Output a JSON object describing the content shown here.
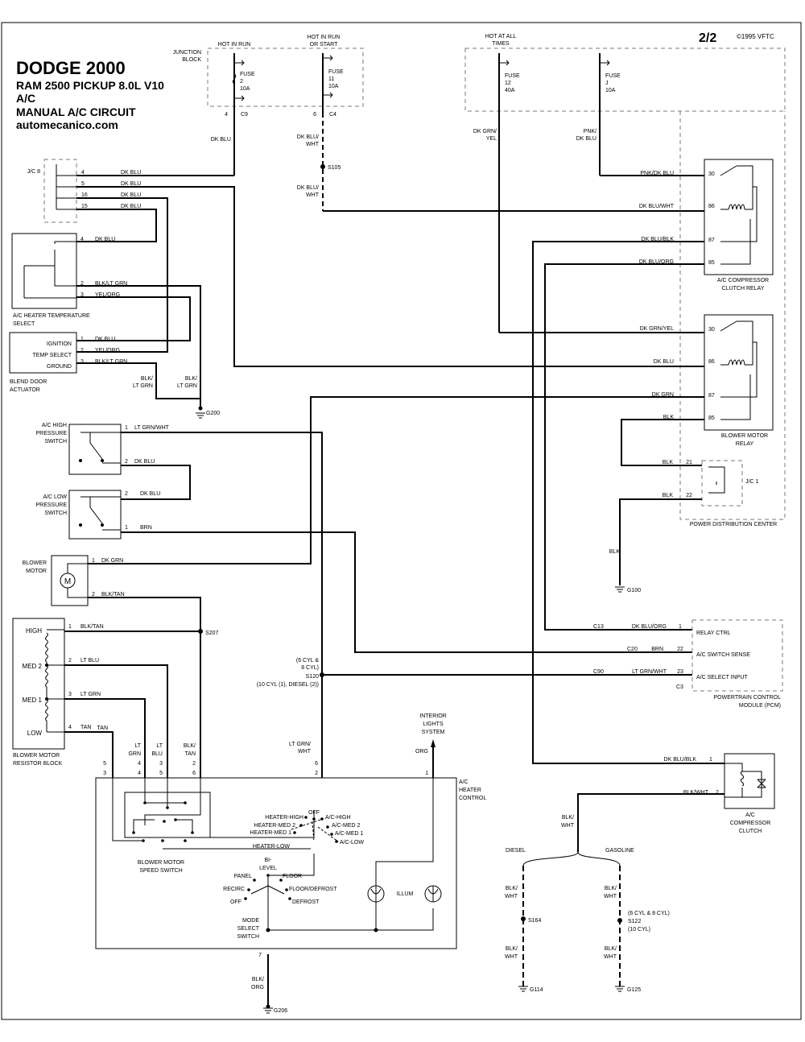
{
  "title": {
    "make_year": "DODGE 2000",
    "model": "RAM 2500 PICKUP  8.0L  V10",
    "system": "A/C",
    "circuit": "MANUAL A/C CIRCUIT",
    "site": "automecanico.com"
  },
  "page": "2/2",
  "copyright": "©1995 VFTC",
  "power": {
    "hot_in_run": "HOT IN RUN",
    "hot_run_start": [
      "HOT IN RUN",
      "OR START"
    ],
    "hot_all_times": [
      "HOT AT ALL",
      "TIMES"
    ],
    "junction_block": [
      "JUNCTION",
      "BLOCK"
    ],
    "fuse2": [
      "FUSE",
      "2",
      "10A"
    ],
    "fuse11": [
      "FUSE",
      "11",
      "10A"
    ],
    "fuse12": [
      "FUSE",
      "12",
      "40A"
    ],
    "fuseJ": [
      "FUSE",
      "J",
      "10A"
    ],
    "c9_pin": "4",
    "c9": "C9",
    "c4_pin": "6",
    "c4": "C4"
  },
  "splices": {
    "s105": "S105",
    "s207": "S207",
    "s120": [
      "(6 CYL &",
      "8 CYL)",
      "S120",
      "(10 CYL (1), DIESEL (2))"
    ],
    "s164": "S164",
    "s122": [
      "(6 CYL & 8 CYL)",
      "S122",
      "(10 CYL)"
    ]
  },
  "grounds": {
    "g200": "G200",
    "g100": "G100",
    "g206": "G206",
    "g114": "G114",
    "g125": "G125"
  },
  "jc8": {
    "label": "J/C 8",
    "pins": [
      {
        "pin": "4",
        "wire": "DK BLU"
      },
      {
        "pin": "5",
        "wire": "DK BLU"
      },
      {
        "pin": "16",
        "wire": "DK BLU"
      },
      {
        "pin": "15",
        "wire": "DK BLU"
      }
    ]
  },
  "temp_select": {
    "label": [
      "A/C HEATER TEMPERATURE",
      "SELECT"
    ],
    "pins": [
      {
        "pin": "4",
        "wire": "DK BLU"
      },
      {
        "pin": "2",
        "wire": "BLK/LT GRN"
      },
      {
        "pin": "3",
        "wire": "YEL/ORG"
      }
    ]
  },
  "blend_door": {
    "label": [
      "BLEND DOOR",
      "ACTUATOR"
    ],
    "terminals": [
      "IGNITION",
      "TEMP SELECT",
      "GROUND"
    ],
    "pins": [
      {
        "pin": "1",
        "wire": "DK BLU"
      },
      {
        "pin": "2",
        "wire": "YEL/ORG"
      },
      {
        "pin": "3",
        "wire": "BLK/LT GRN"
      }
    ],
    "ground_wires": [
      [
        "BLK/",
        "LT GRN"
      ],
      [
        "BLK/",
        "LT GRN"
      ]
    ]
  },
  "high_pressure": {
    "label": [
      "A/C HIGH",
      "PRESSURE",
      "SWITCH"
    ],
    "pins": [
      {
        "pin": "1",
        "wire": "LT GRN/WHT"
      },
      {
        "pin": "2",
        "wire": "DK BLU"
      }
    ]
  },
  "low_pressure": {
    "label": [
      "A/C LOW",
      "PRESSURE",
      "SWITCH"
    ],
    "pins": [
      {
        "pin": "2",
        "wire": "DK BLU"
      },
      {
        "pin": "1",
        "wire": "BRN"
      }
    ]
  },
  "blower_motor": {
    "label": [
      "BLOWER",
      "MOTOR"
    ],
    "symbol": "M",
    "pins": [
      {
        "pin": "1",
        "wire": "DK GRN"
      },
      {
        "pin": "2",
        "wire": "BLK/TAN"
      }
    ]
  },
  "resistor_block": {
    "label": [
      "BLOWER MOTOR",
      "RESISTOR BLOCK"
    ],
    "taps": [
      "HIGH",
      "MED 2",
      "MED 1",
      "LOW"
    ],
    "pins": [
      {
        "pin": "1",
        "wire": "BLK/TAN"
      },
      {
        "pin": "2",
        "wire": "LT BLU"
      },
      {
        "pin": "3",
        "wire": "LT GRN"
      },
      {
        "pin": "4",
        "wire": "TAN"
      }
    ]
  },
  "heater_control": {
    "label": [
      "A/C",
      "HEATER",
      "CONTROL"
    ],
    "col_wires": [
      {
        "wire": [
          "TAN"
        ],
        "p1": "5",
        "p2": "3"
      },
      {
        "wire": [
          "LT",
          "GRN"
        ],
        "p1": "4",
        "p2": "4"
      },
      {
        "wire": [
          "LT",
          "BLU"
        ],
        "p1": "3",
        "p2": "5"
      },
      {
        "wire": [
          "BLK/",
          "TAN"
        ],
        "p1": "2",
        "p2": "6"
      },
      {
        "wire": [
          "LT GRN/",
          "WHT"
        ],
        "p1": "6",
        "p2": "2"
      },
      {
        "wire": [
          "ORG"
        ],
        "p1": "1",
        "p2": ""
      }
    ],
    "interior_lights": [
      "INTERIOR",
      "LIGHTS",
      "SYSTEM"
    ],
    "speed_switch": [
      "BLOWER MOTOR",
      "SPEED SWITCH"
    ],
    "fan_positions": [
      "OFF",
      "HEATER-HIGH",
      "HEATER-MED 2",
      "HEATER-MED 1",
      "HEATER-LOW",
      "A/C-HIGH",
      "A/C-MED 2",
      "A/C-MED 1",
      "A/C-LOW"
    ],
    "mode_positions": [
      "BI-",
      "LEVEL",
      "PANEL",
      "FLOOR",
      "RECIRC",
      "FLOOR/DEFROST",
      "OFF",
      "DEFROST"
    ],
    "mode_switch": [
      "MODE",
      "SELECT",
      "SWITCH"
    ],
    "illum": "ILLUM",
    "ground_pin": "7",
    "ground_wire": [
      "BLK/",
      "ORG"
    ]
  },
  "pdc": {
    "label": "POWER DISTRIBUTION CENTER",
    "clutch_relay": {
      "label": [
        "A/C COMPRESSOR",
        "CLUTCH RELAY"
      ],
      "pins": [
        {
          "pin": "30",
          "wire": "PNK/DK BLU"
        },
        {
          "pin": "86",
          "wire": "DK BLU/WHT"
        },
        {
          "pin": "87",
          "wire": "DK BLU/BLK"
        },
        {
          "pin": "85",
          "wire": "DK BLU/ORG"
        }
      ]
    },
    "blower_relay": {
      "label": [
        "BLOWER MOTOR",
        "RELAY"
      ],
      "pins": [
        {
          "pin": "30",
          "wire": "DK GRN/YEL"
        },
        {
          "pin": "86",
          "wire": "DK BLU"
        },
        {
          "pin": "87",
          "wire": "DK GRN"
        },
        {
          "pin": "85",
          "wire": "BLK"
        }
      ]
    },
    "jc1": {
      "label": "J/C 1",
      "pins": [
        {
          "pin": "21",
          "wire": "BLK"
        },
        {
          "pin": "22",
          "wire": "BLK"
        }
      ]
    }
  },
  "feed_wires": {
    "fuse2_out": "DK BLU",
    "fuse11_out": [
      "DK BLU/",
      "WHT"
    ],
    "s105_out": [
      "DK BLU/",
      "WHT"
    ],
    "fuse12_out": [
      "DK GRN/",
      "YEL"
    ],
    "fuseJ_out": [
      "PNK/",
      "DK  BLU"
    ],
    "g100_wire": "BLK"
  },
  "pcm": {
    "label": [
      "POWERTRAIN CONTROL",
      "MODULE (PCM)"
    ],
    "pins": [
      {
        "conn": "C13",
        "wire": "DK BLU/ORG",
        "pin": "1",
        "name": "RELAY CTRL"
      },
      {
        "conn": "C20",
        "wire": "BRN",
        "pin": "22",
        "name": "A/C SWITCH SENSE"
      },
      {
        "conn": "C90",
        "wire": "LT GRN/WHT",
        "pin": "23",
        "name": "A/C SELECT INPUT"
      }
    ],
    "conn_ref": "C3"
  },
  "clutch": {
    "label": [
      "A/C",
      "COMPRESSOR",
      "CLUTCH"
    ],
    "pins": [
      {
        "pin": "1",
        "wire": "DK BLU/BLK"
      },
      {
        "pin": "2",
        "wire": "BLK/WHT"
      }
    ],
    "ground_wire": [
      "BLK/",
      "WHT"
    ],
    "diesel": "DIESEL",
    "gasoline": "GASOLINE",
    "branch_wires": [
      [
        "BLK/",
        "WHT"
      ],
      [
        "BLK/",
        "WHT"
      ],
      [
        "BLK/",
        "WHT"
      ],
      [
        "BLK/",
        "WHT"
      ]
    ]
  }
}
